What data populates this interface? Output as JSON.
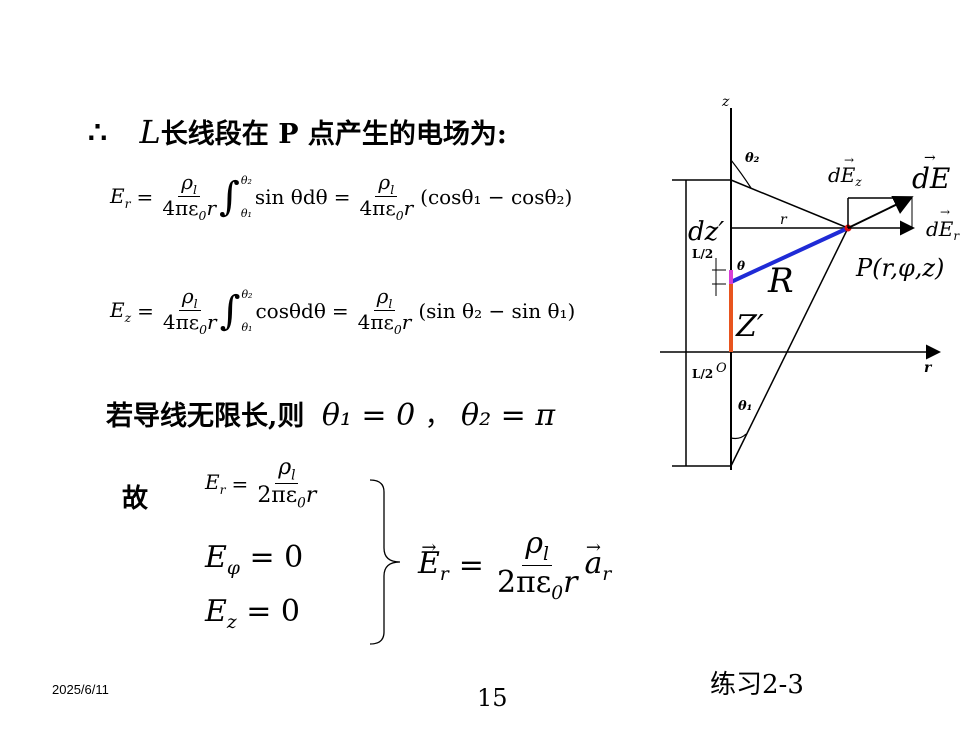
{
  "heading": {
    "therefore": "∴",
    "L": "L",
    "text": "长线段在 P 点产生的电场为:"
  },
  "eq_er": {
    "lhs": "E",
    "lhs_sub": "r",
    "num": "ρ",
    "num_sub": "l",
    "den": "4πε",
    "den_sub": "0",
    "den_r": "r",
    "int_upper": "θ₂",
    "int_lower": "θ₁",
    "integrand": "sin θdθ",
    "rhs": "(cosθ₁ − cosθ₂)"
  },
  "eq_ez": {
    "lhs": "E",
    "lhs_sub": "z",
    "num": "ρ",
    "num_sub": "l",
    "den": "4πε",
    "den_sub": "0",
    "den_r": "r",
    "int_upper": "θ₂",
    "int_lower": "θ₁",
    "integrand": "cosθdθ",
    "rhs": "(sin θ₂ − sin θ₁)"
  },
  "infinite": {
    "text": "若导线无限长,则",
    "cond1": "θ₁ = 0",
    "sep": "，",
    "cond2": "θ₂ = π"
  },
  "result": {
    "gu": "故",
    "er_lhs": "E",
    "er_sub": "r",
    "er_num": "ρ",
    "er_num_sub": "l",
    "er_den": "2πε",
    "er_den_sub": "0",
    "er_den_r": "r",
    "ephi": "E",
    "ephi_sub": "φ",
    "ephi_rhs": "= 0",
    "ez": "E",
    "ez_sub": "z",
    "ez_rhs": "= 0",
    "vec_lhs": "E",
    "vec_sub": "r",
    "vec_num": "ρ",
    "vec_num_sub": "l",
    "vec_den": "2πε",
    "vec_den_sub": "0",
    "vec_den_r": "r",
    "vec_a": "a",
    "vec_a_sub": "r"
  },
  "diagram": {
    "z_axis": "z",
    "theta2": "θ₂",
    "theta": "θ",
    "theta1": "θ₁",
    "origin": "O",
    "r_axis": "r",
    "r_label": "r",
    "half_top": "L/2",
    "half_bottom": "L/2",
    "dz": "dz′",
    "zprime": "Z′",
    "R": "R",
    "dE": "dE",
    "dEz": "dE",
    "dEz_sub": "z",
    "dEr": "dE",
    "dEr_sub": "r",
    "point": "P(r,φ,z)",
    "colors": {
      "blue": "#1f2bd6",
      "orange": "#e8541e",
      "magenta": "#d63fd6",
      "red": "#e01010"
    }
  },
  "footer": {
    "date": "2025/6/11",
    "page": "15",
    "exercise": "练习2-3"
  }
}
